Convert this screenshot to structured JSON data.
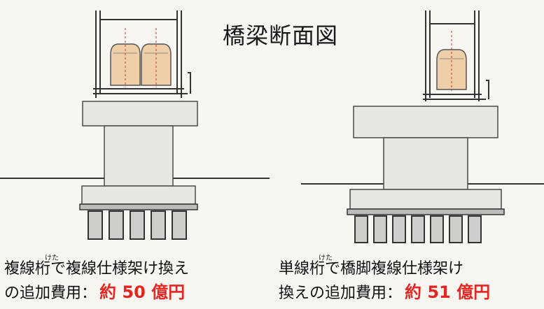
{
  "title": "橋梁断面図",
  "left": {
    "ruby": "けた",
    "line1": "複線桁で複線仕様架け換え",
    "line2_label": "の追加費用：",
    "cost": "約 50 億円"
  },
  "right": {
    "ruby": "けた",
    "line1": "単線桁で橋脚複線仕様架け",
    "line2_label": "換えの追加費用：",
    "cost": "約 51 億円"
  },
  "colors": {
    "concrete": "#e7e6e1",
    "outline": "#4a4a4a",
    "pile": "#cfceca",
    "cars": "#efcfa8",
    "cost": "#e52521"
  }
}
